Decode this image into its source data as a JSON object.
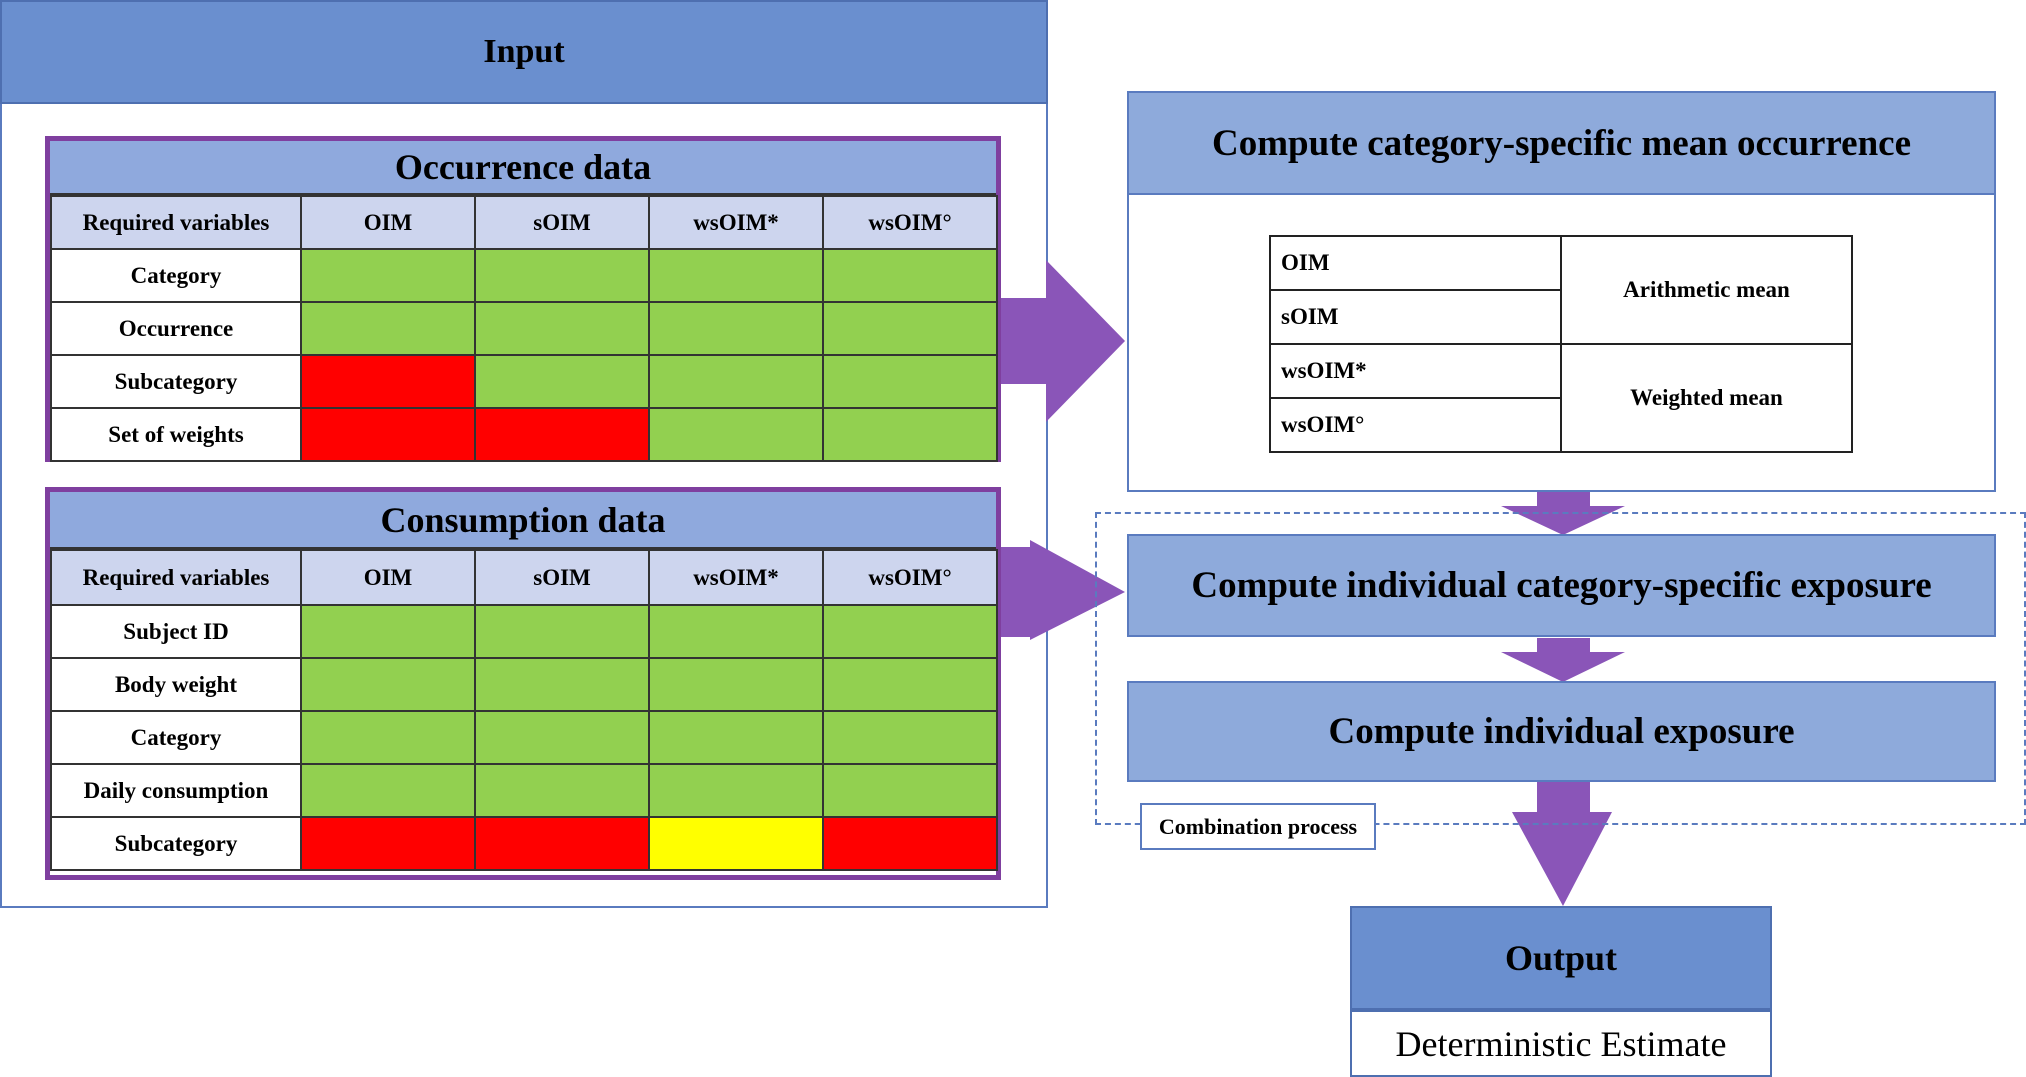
{
  "input": {
    "title": "Input",
    "occurrence": {
      "title": "Occurrence data",
      "headers": [
        "Required variables",
        "OIM",
        "sOIM",
        "wsOIM*",
        "wsOIM°"
      ],
      "rows": [
        {
          "label": "Category",
          "cells": [
            "green",
            "green",
            "green",
            "green"
          ]
        },
        {
          "label": "Occurrence",
          "cells": [
            "green",
            "green",
            "green",
            "green"
          ]
        },
        {
          "label": "Subcategory",
          "cells": [
            "red",
            "green",
            "green",
            "green"
          ]
        },
        {
          "label": "Set of weights",
          "cells": [
            "red",
            "red",
            "green",
            "green"
          ]
        }
      ]
    },
    "consumption": {
      "title": "Consumption data",
      "headers": [
        "Required variables",
        "OIM",
        "sOIM",
        "wsOIM*",
        "wsOIM°"
      ],
      "rows": [
        {
          "label": "Subject ID",
          "cells": [
            "green",
            "green",
            "green",
            "green"
          ]
        },
        {
          "label": "Body weight",
          "cells": [
            "green",
            "green",
            "green",
            "green"
          ]
        },
        {
          "label": "Category",
          "cells": [
            "green",
            "green",
            "green",
            "green"
          ]
        },
        {
          "label": "Daily consumption",
          "cells": [
            "green",
            "green",
            "green",
            "green"
          ]
        },
        {
          "label": "Subcategory",
          "cells": [
            "red",
            "red",
            "yellow",
            "red"
          ]
        }
      ]
    }
  },
  "mean_step": {
    "title": "Compute category-specific mean occurrence",
    "methods": [
      {
        "estimator": "OIM"
      },
      {
        "estimator": "sOIM"
      },
      {
        "estimator": "wsOIM*"
      },
      {
        "estimator": "wsOIM°"
      }
    ],
    "method_groups": [
      "Arithmetic mean",
      "Weighted mean"
    ]
  },
  "exposure_step": {
    "title": "Compute individual category-specific exposure"
  },
  "individual_step": {
    "title": "Compute individual exposure"
  },
  "combination_label": "Combination process",
  "output": {
    "title": "Output",
    "estimate": "Deterministic Estimate"
  },
  "colors": {
    "green": "#92d050",
    "red": "#ff0000",
    "yellow": "#ffff00",
    "arrow": "#8a55b8",
    "header_blue": "#6a8fcf",
    "box_blue": "#8eaadb",
    "frame_purple": "#7f3f9f"
  }
}
